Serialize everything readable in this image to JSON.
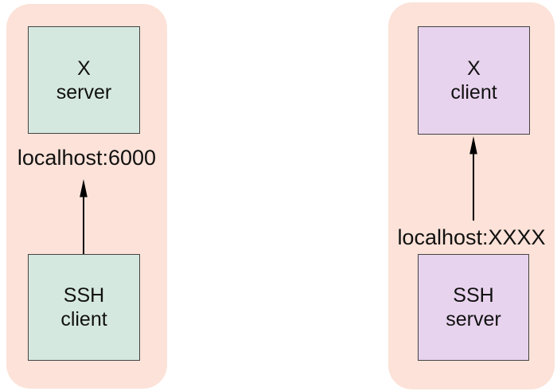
{
  "colors": {
    "panel_bg": "#fce2d8",
    "left_box_bg": "#d5e8e0",
    "right_box_bg": "#e8d3ee",
    "box_border": "#444444",
    "arrow": "#000000",
    "text": "#111111"
  },
  "left_panel": {
    "top_box": "X\nserver",
    "port_label": "localhost:6000",
    "bottom_box": "SSH\nclient"
  },
  "right_panel": {
    "top_box": "X\nclient",
    "port_label": "localhost:XXXX",
    "bottom_box": "SSH\nserver"
  }
}
